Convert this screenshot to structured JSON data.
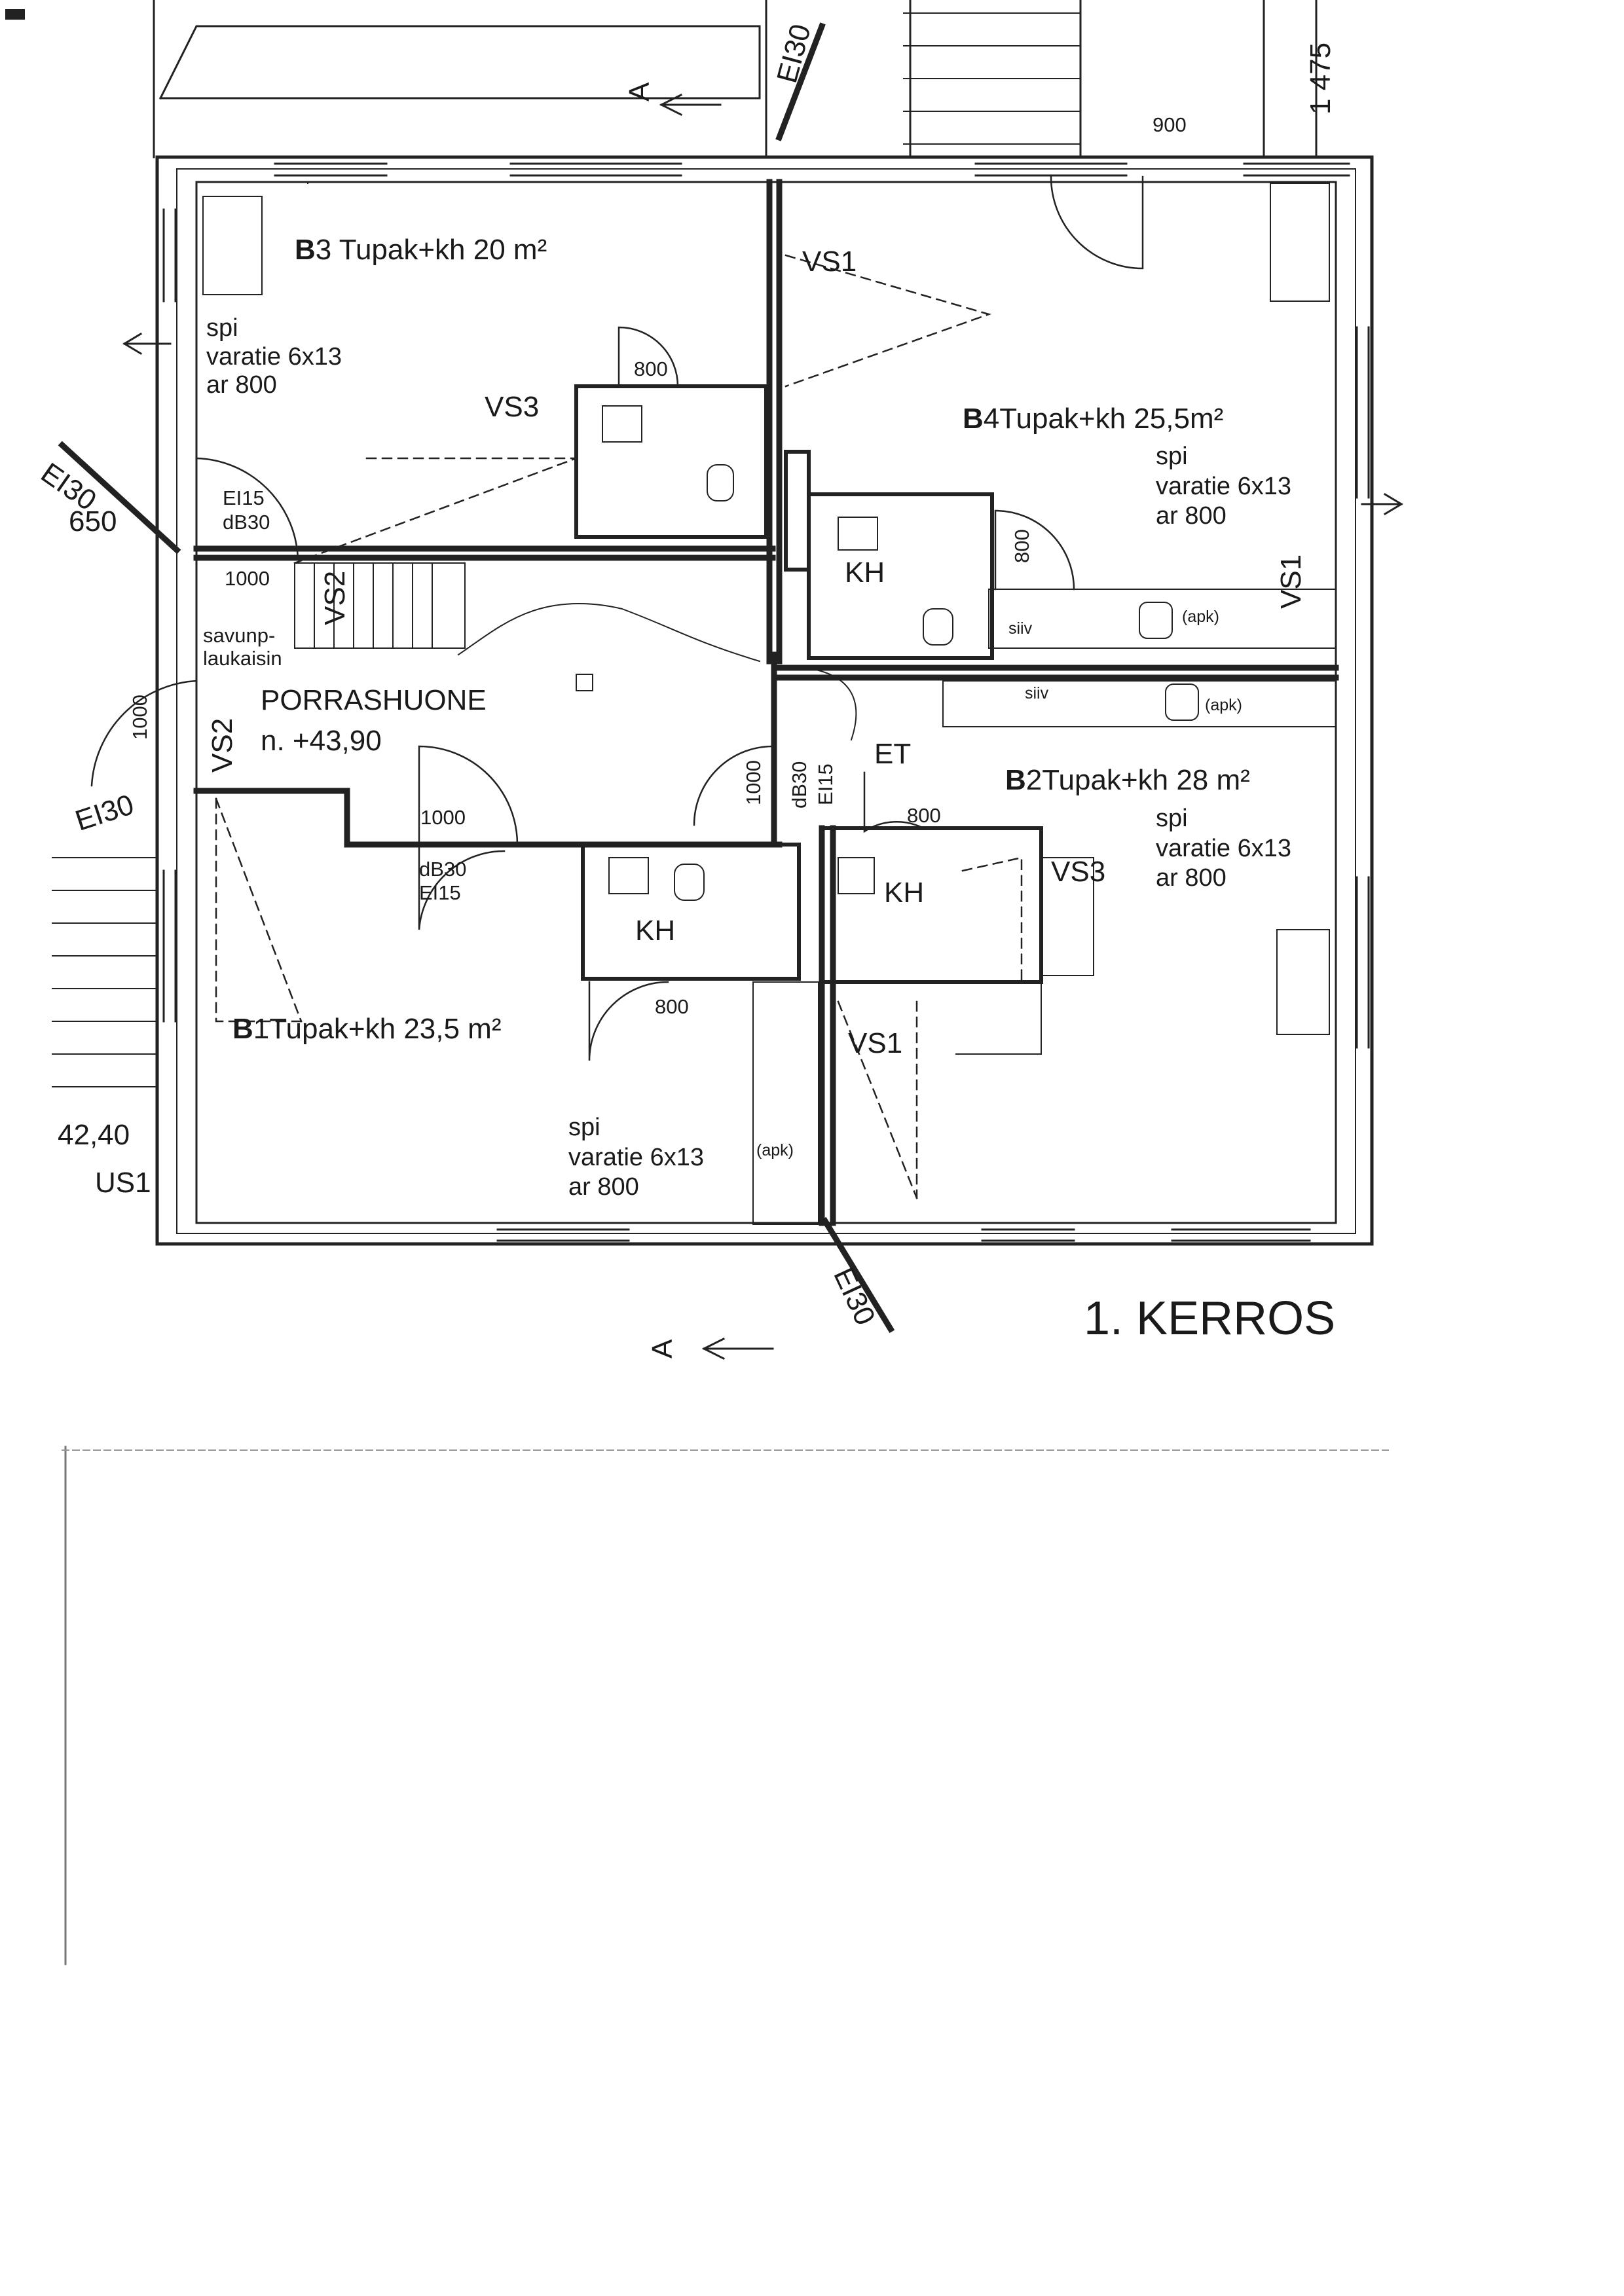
{
  "plan": {
    "floor_title": "1. KERROS",
    "stair": {
      "name": "PORRASHUONE",
      "level": "n. +43,90",
      "smoke_hatch_line1": "savunp-",
      "smoke_hatch_line2": "laukaisin"
    },
    "units": [
      {
        "code": "B",
        "number": "3",
        "desc": "Tupak+kh 20 m²",
        "notes": [
          "spi",
          "varatie 6x13",
          "ar 800"
        ]
      },
      {
        "code": "B",
        "number": "4",
        "desc": "Tupak+kh 25,5m²",
        "notes": [
          "spi",
          "varatie 6x13",
          "ar 800"
        ]
      },
      {
        "code": "B",
        "number": "2",
        "desc": "Tupak+kh 28 m²",
        "notes": [
          "spi",
          "varatie 6x13",
          "ar 800"
        ]
      },
      {
        "code": "B",
        "number": "1",
        "desc": "Tupak+kh 23,5 m²",
        "notes": [
          "spi",
          "varatie 6x13",
          "ar 800"
        ]
      }
    ],
    "labels": {
      "ei30": "EI30",
      "ei15": "EI15",
      "db30": "dB30",
      "kh": "KH",
      "et": "ET",
      "vs1": "VS1",
      "vs2": "VS2",
      "vs3": "VS3",
      "us1": "US1",
      "siiv": "siiv",
      "apk": "(apk)",
      "section": "A"
    },
    "dimensions": {
      "d800": "800",
      "d900": "900",
      "d1000": "1000",
      "d650": "650",
      "d1475": "1 475",
      "level_left": "42,40"
    }
  }
}
